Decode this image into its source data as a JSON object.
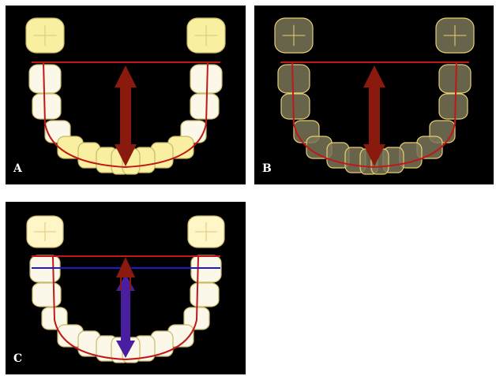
{
  "panels": [
    {
      "id": "a",
      "label": "A",
      "style": "yellow-front",
      "arrows": [
        "red"
      ]
    },
    {
      "id": "b",
      "label": "B",
      "style": "translucent",
      "arrows": [
        "red"
      ]
    },
    {
      "id": "c",
      "label": "C",
      "style": "white",
      "arrows": [
        "red",
        "blue"
      ]
    }
  ],
  "colors": {
    "panel_bg": "#000000",
    "tooth_yellow": "#f8f0a0",
    "tooth_white": "#fbf8ea",
    "tooth_outline": "#c8b868",
    "translucent_fill": "#7a7458",
    "translucent_edge": "#e8d070",
    "arch_curve": "#c01818",
    "arrow_red": "#8a1a0e",
    "arrow_blue": "#4a1ea0",
    "line_blue": "#1a1acc",
    "label_text": "#ffffff"
  }
}
